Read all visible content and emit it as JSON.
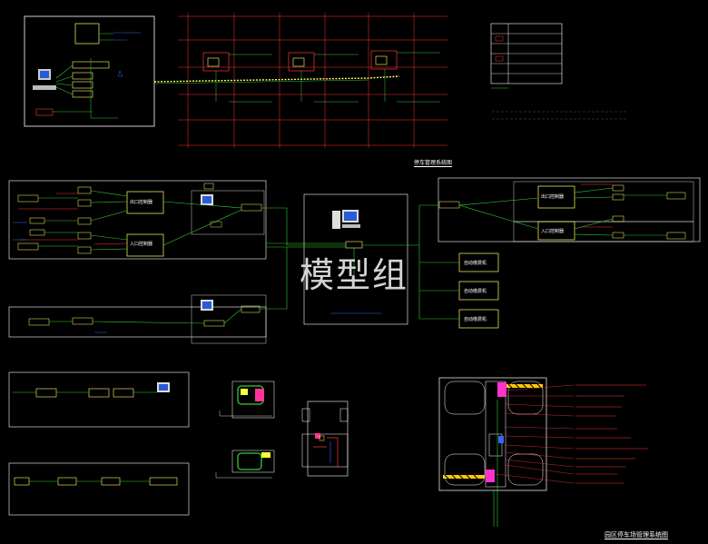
{
  "watermark": "模型组",
  "titles": {
    "parking_system": "停车管理系统图",
    "lane_layout": "园区停车场管理系统图"
  },
  "devices": {
    "exit_controller": "出口控制器",
    "entry_controller": "入口控制器",
    "auto_pay_1": "自动缴费机",
    "auto_pay_2": "自动缴费机",
    "auto_pay_3": "自动缴费机"
  },
  "colors": {
    "background": "#000000",
    "frame": "#ffffff",
    "device_box": "#ffff66",
    "grid_red": "#ff3333",
    "link_green": "#33cc33",
    "link_blue": "#3366ff",
    "magenta": "#ff33cc"
  }
}
